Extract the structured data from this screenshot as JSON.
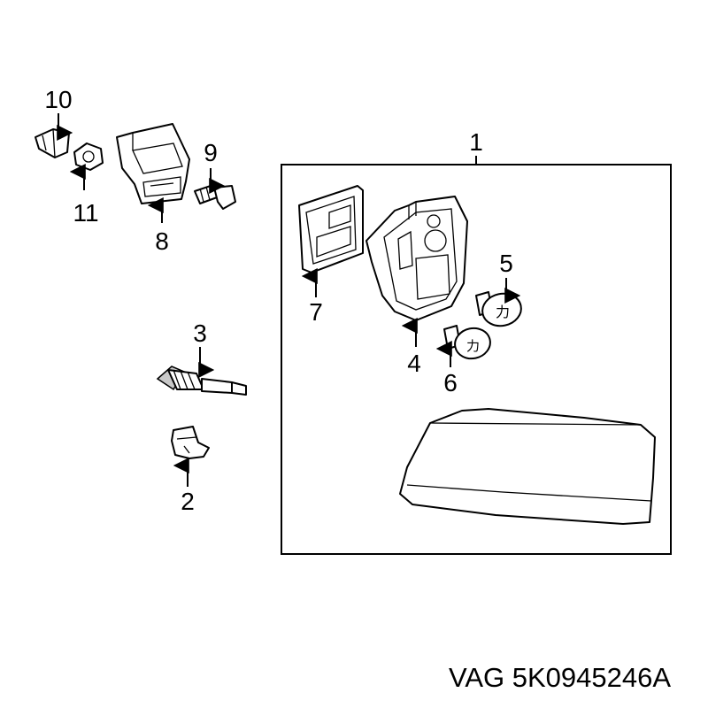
{
  "callouts": {
    "c1": "1",
    "c2": "2",
    "c3": "3",
    "c4": "4",
    "c5": "5",
    "c6": "6",
    "c7": "7",
    "c8": "8",
    "c9": "9",
    "c10": "10",
    "c11": "11"
  },
  "caption": "VAG 5K0945246A",
  "icons": {
    "arrow": "arrow-up-icon",
    "bulb": "bulb-icon"
  }
}
